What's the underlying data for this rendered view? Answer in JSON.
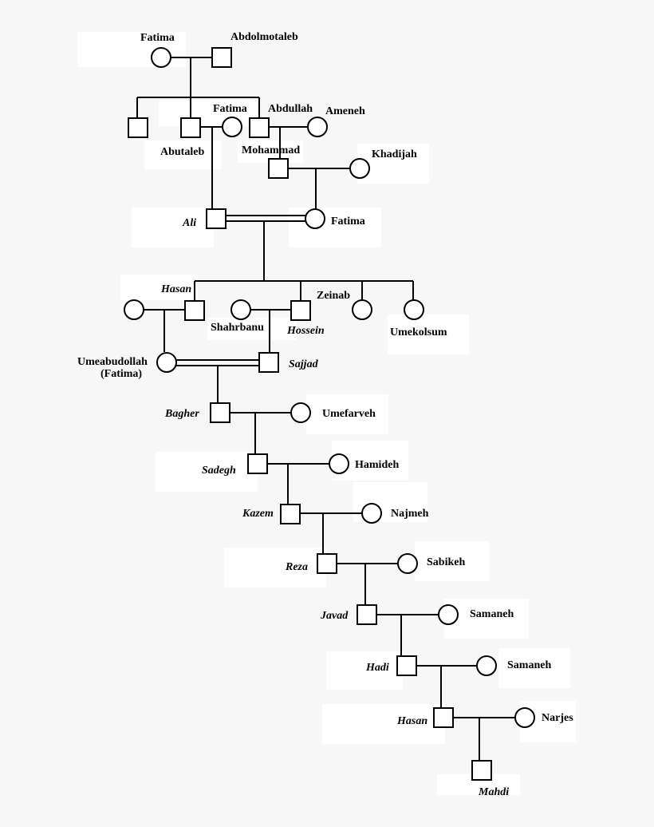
{
  "pedigree": {
    "labels": {
      "fatima_top": "Fatima",
      "abdolmotaleb": "Abdolmotaleb",
      "fatima_2": "Fatima",
      "abdullah": "Abdullah",
      "ameneh": "Ameneh",
      "abutaleb": "Abutaleb",
      "mohammad": "Mohammad",
      "khadijah": "Khadijah",
      "ali": "Ali",
      "fatima_3": "Fatima",
      "hasan_1": "Hasan",
      "zeinab": "Zeinab",
      "shahrbanu": "Shahrbanu",
      "hossein": "Hossein",
      "umekolsum": "Umekolsum",
      "umeabudollah": "Umeabudollah",
      "umeabudollah_alias": "(Fatima)",
      "sajjad": "Sajjad",
      "bagher": "Bagher",
      "umefarveh": "Umefarveh",
      "sadegh": "Sadegh",
      "hamideh": "Hamideh",
      "kazem": "Kazem",
      "najmeh": "Najmeh",
      "reza": "Reza",
      "sabikeh": "Sabikeh",
      "javad": "Javad",
      "samaneh_1": "Samaneh",
      "hadi": "Hadi",
      "samaneh_2": "Samaneh",
      "hasan_2": "Hasan",
      "narjes": "Narjes",
      "mahdi": "Mahdi"
    }
  }
}
